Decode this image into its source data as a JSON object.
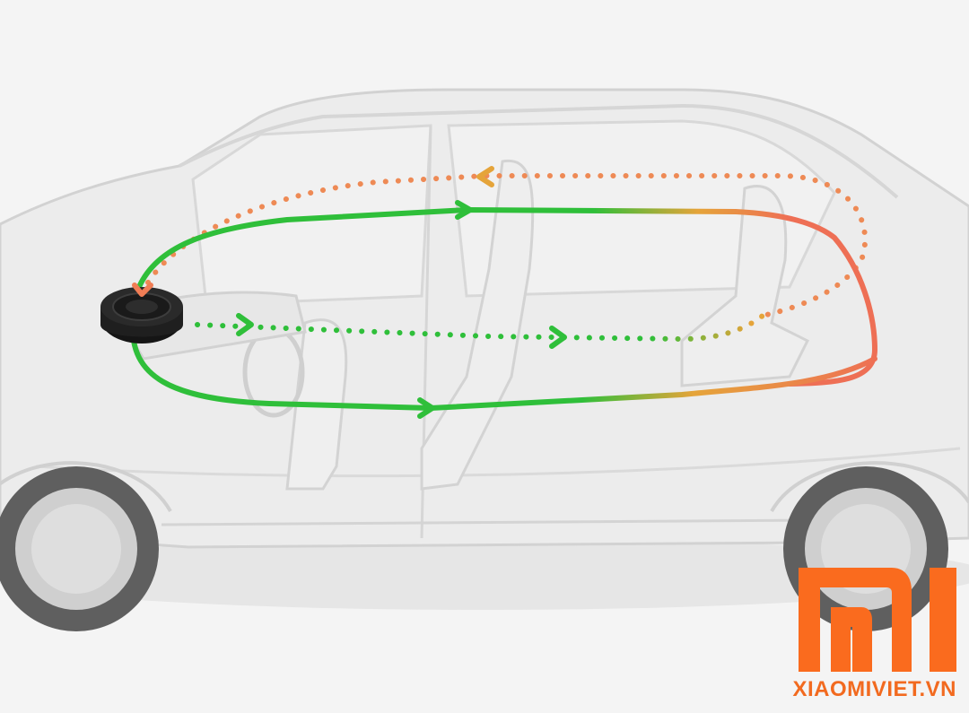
{
  "watermark": {
    "text": "XIAOMIVIET.VN",
    "color": "#f26a1f"
  },
  "logo": {
    "name": "mi-logo",
    "color": "#fa6b1e"
  },
  "colors": {
    "background": "#f4f4f4",
    "car_outline": "#cfcfcf",
    "car_fill": "#e8e8e8",
    "tire": "#5f5f5f",
    "airflow_clean": "#2fbf3a",
    "airflow_transition": "#e5a43a",
    "airflow_dirty": "#ee6f55",
    "purifier_body": "#222222",
    "purifier_accent": "#f07d55"
  },
  "airflow": [
    {
      "name": "upper-clean-loop",
      "style": "solid",
      "gradient": "clean-to-dirty"
    },
    {
      "name": "lower-clean-loop",
      "style": "solid",
      "gradient": "clean-to-dirty"
    },
    {
      "name": "return-dotted-upper",
      "style": "dotted",
      "color": "dirty"
    },
    {
      "name": "middle-dotted-flow",
      "style": "dotted",
      "color": "clean-to-transition"
    }
  ]
}
